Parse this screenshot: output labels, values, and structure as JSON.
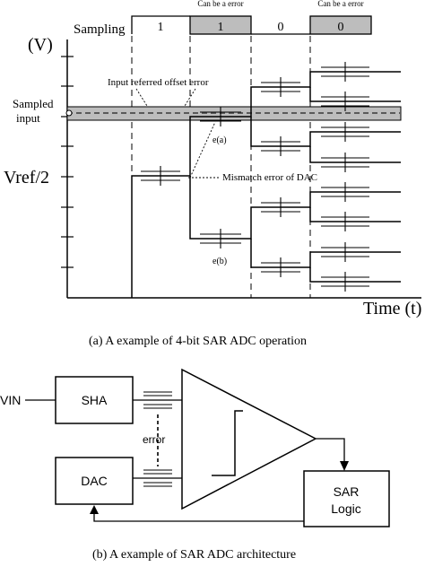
{
  "figure_a": {
    "sampling_label": "Sampling",
    "bits": [
      "1",
      "1",
      "0",
      "0"
    ],
    "error_notes": [
      "Can be a error",
      "Can be a error"
    ],
    "y_unit": "(V)",
    "x_unit": "Time (t)",
    "sampled_input_line1": "Sampled",
    "sampled_input_line2": "input",
    "vref_half": "Vref/2",
    "offset_error": "Input referred offset error",
    "mismatch_error": "Mismatch error of DAC",
    "e_a": "e(a)",
    "e_b": "e(b)",
    "caption": "(a)  A example of 4-bit SAR ADC operation"
  },
  "figure_b": {
    "vin": "VIN",
    "sha": "SHA",
    "dac": "DAC",
    "error": "error",
    "sar_line1": "SAR",
    "sar_line2": "Logic",
    "caption": "(b)  A example of SAR ADC architecture"
  }
}
